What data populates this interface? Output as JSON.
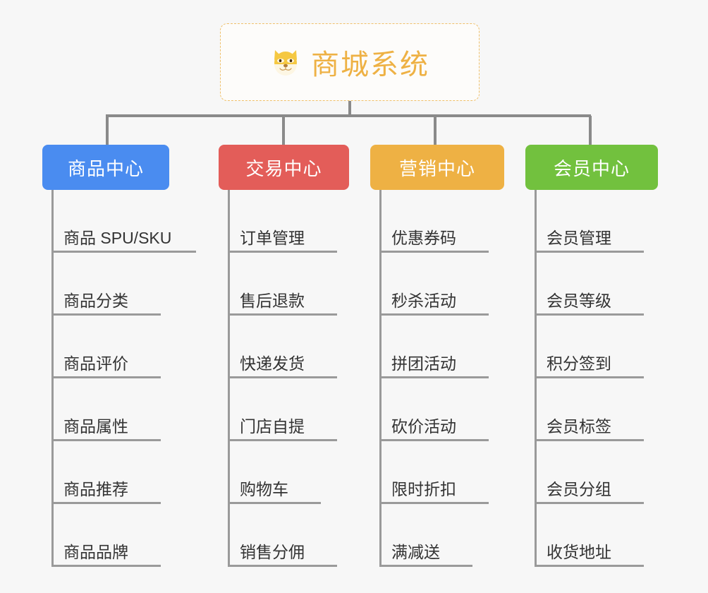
{
  "canvas": {
    "background": "#f7f7f7"
  },
  "root": {
    "title": "商城系统",
    "icon": "dog-face-icon",
    "text_color": "#eeb144",
    "border_color": "#efc06a",
    "background": "#fdfcfa"
  },
  "connector_color": "#8a8a8a",
  "leaf_rule_color": "#9a9a9a",
  "branches": [
    {
      "label": "商品中心",
      "color": "#4a8cf0",
      "rule_width": 205,
      "items": [
        {
          "label": "商品 SPU/SKU",
          "rule_width": 205
        },
        {
          "label": "商品分类",
          "rule_width": 155
        },
        {
          "label": "商品评价",
          "rule_width": 155
        },
        {
          "label": "商品属性",
          "rule_width": 155
        },
        {
          "label": "商品推荐",
          "rule_width": 155
        },
        {
          "label": "商品品牌",
          "rule_width": 155
        }
      ]
    },
    {
      "label": "交易中心",
      "color": "#e35d59",
      "rule_width": 155,
      "items": [
        {
          "label": "订单管理",
          "rule_width": 155
        },
        {
          "label": "售后退款",
          "rule_width": 155
        },
        {
          "label": "快递发货",
          "rule_width": 155
        },
        {
          "label": "门店自提",
          "rule_width": 155
        },
        {
          "label": "购物车",
          "rule_width": 132
        },
        {
          "label": "销售分佣",
          "rule_width": 155
        }
      ]
    },
    {
      "label": "营销中心",
      "color": "#eeb144",
      "rule_width": 155,
      "items": [
        {
          "label": "优惠券码",
          "rule_width": 155
        },
        {
          "label": "秒杀活动",
          "rule_width": 155
        },
        {
          "label": "拼团活动",
          "rule_width": 155
        },
        {
          "label": "砍价活动",
          "rule_width": 155
        },
        {
          "label": "限时折扣",
          "rule_width": 155
        },
        {
          "label": "满减送",
          "rule_width": 132
        }
      ]
    },
    {
      "label": "会员中心",
      "color": "#72c13e",
      "rule_width": 155,
      "items": [
        {
          "label": "会员管理",
          "rule_width": 155
        },
        {
          "label": "会员等级",
          "rule_width": 155
        },
        {
          "label": "积分签到",
          "rule_width": 155
        },
        {
          "label": "会员标签",
          "rule_width": 155
        },
        {
          "label": "会员分组",
          "rule_width": 155
        },
        {
          "label": "收货地址",
          "rule_width": 155
        }
      ]
    }
  ]
}
